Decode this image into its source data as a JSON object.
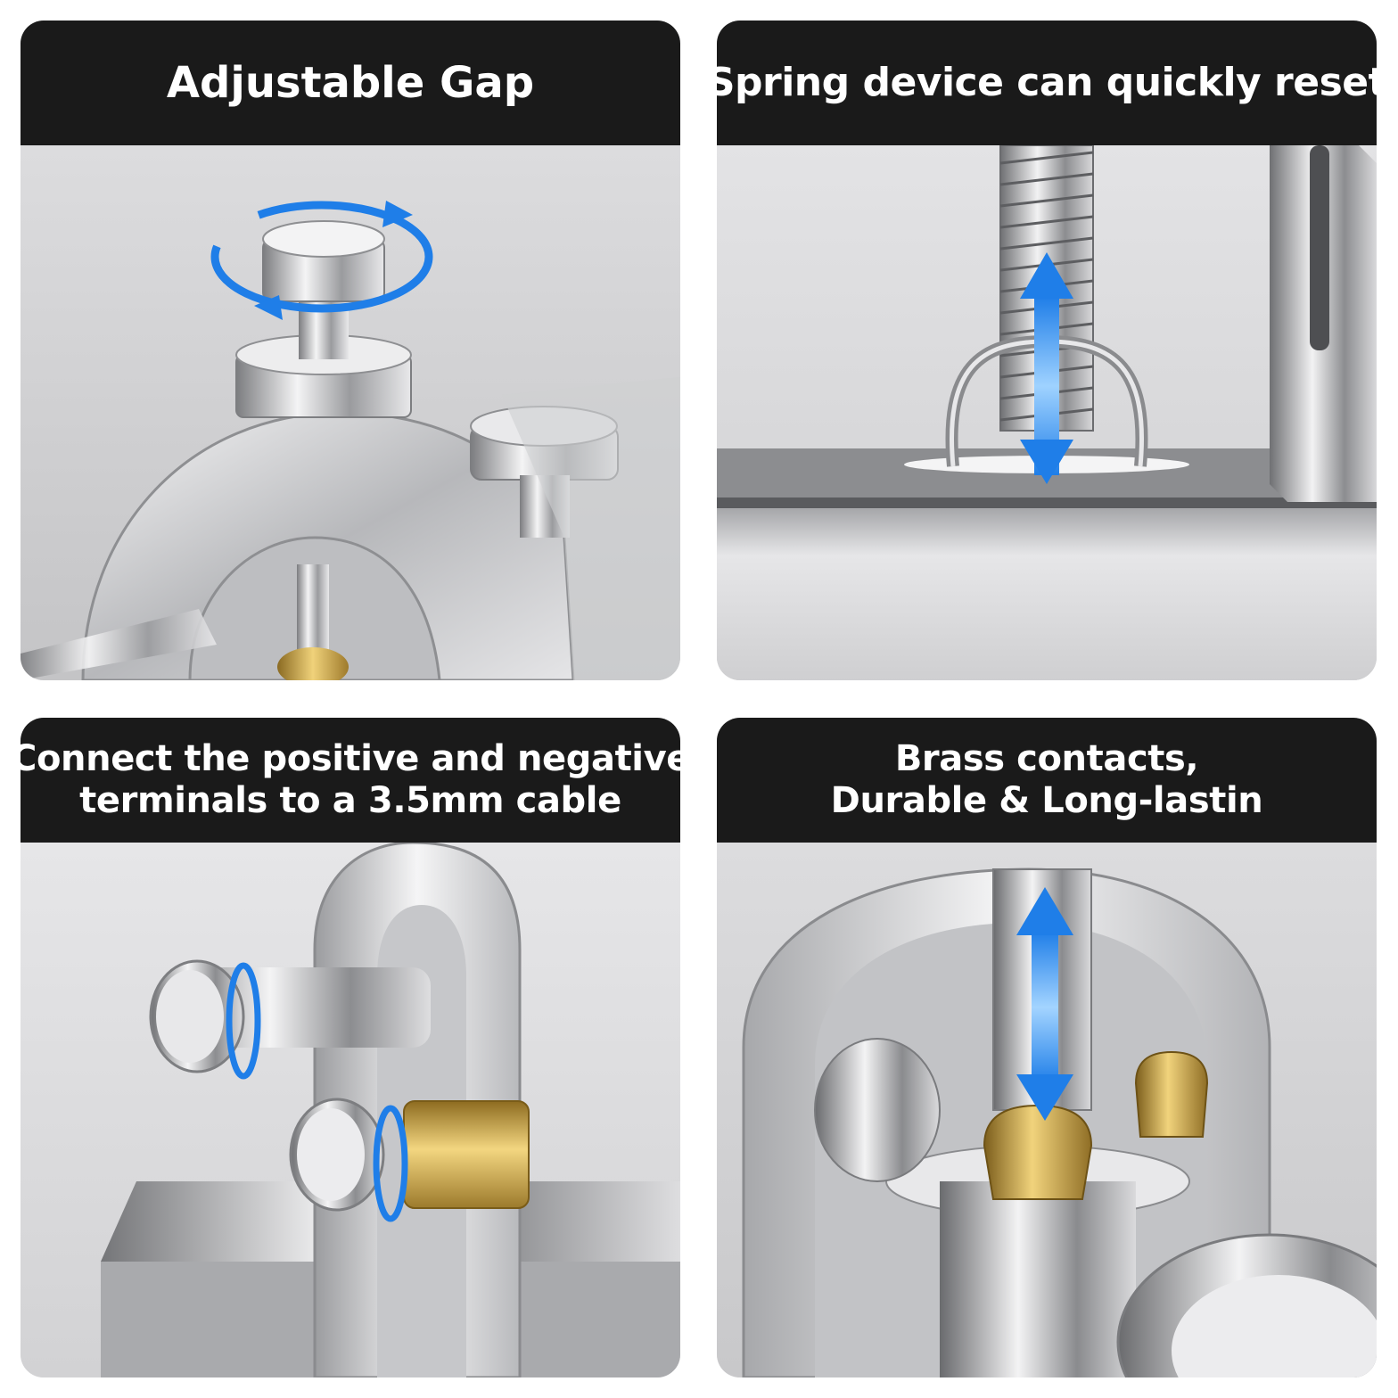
{
  "panels": [
    {
      "title_lines": [
        "Adjustable Gap"
      ],
      "icon": "rotation-arrow-icon"
    },
    {
      "title_lines": [
        "Spring device can quickly reset"
      ],
      "icon": "vertical-double-arrow-icon"
    },
    {
      "title_lines": [
        "Connect the positive and negative",
        "terminals to a 3.5mm cable"
      ],
      "icon": "terminal-ring-icon"
    },
    {
      "title_lines": [
        "Brass contacts,",
        "Durable & Long-lastin"
      ],
      "icon": "vertical-double-arrow-icon"
    }
  ],
  "colors": {
    "header_bg": "#1a1a1a",
    "header_text": "#ffffff",
    "accent_blue": "#1f7ee8",
    "chrome": "#c9cacd",
    "brass": "#c9a24a"
  }
}
